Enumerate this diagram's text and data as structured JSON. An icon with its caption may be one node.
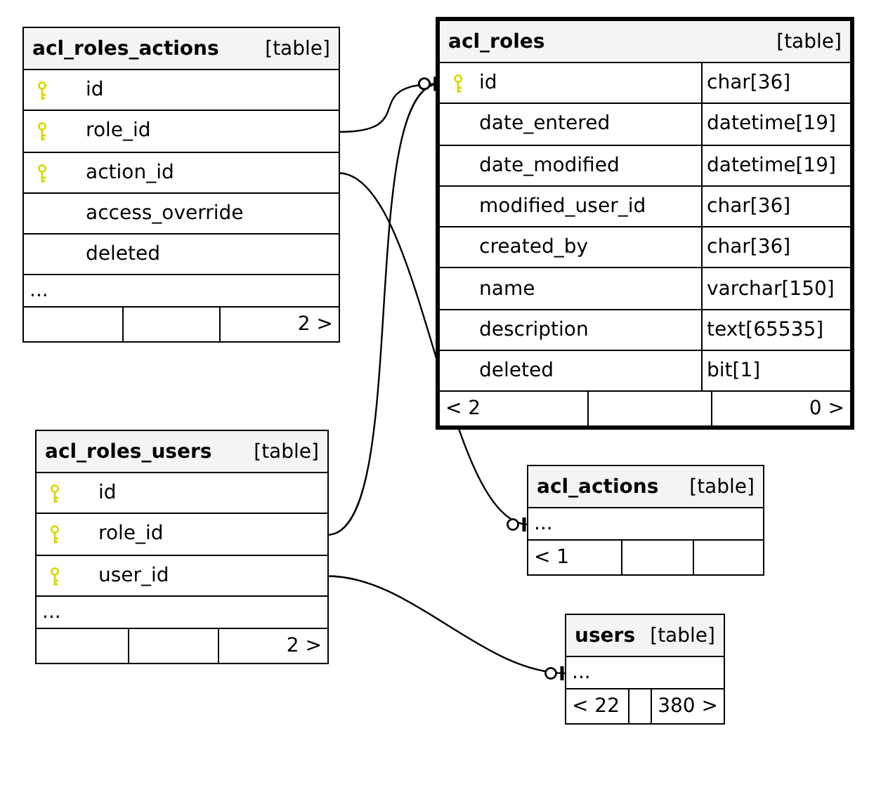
{
  "diagram": {
    "nodes": [
      {
        "text": [
          "acl_roles_actions",
          "[table]",
          "2 >"
        ]
      },
      {
        "text": [
          "id"
        ],
        "in": 0
      },
      {
        "text": [
          "role_id"
        ],
        "in": 0
      },
      {
        "text": [
          "action_id"
        ],
        "in": 0
      },
      {
        "text": [
          "access_override"
        ],
        "in": 0
      },
      {
        "text": [
          "deleted"
        ],
        "in": 0
      },
      {
        "text": [
          "..."
        ],
        "in": 0
      },
      {
        "text": [
          "acl_roles",
          "[table]",
          "< 2",
          "0 >"
        ]
      },
      {
        "text": [
          "id",
          "char[36]"
        ],
        "in": 7
      },
      {
        "text": [
          "date_entered",
          "datetime[19]"
        ],
        "in": 7
      },
      {
        "text": [
          "date_modified",
          "datetime[19]"
        ],
        "in": 7
      },
      {
        "text": [
          "modified_user_id",
          "char[36]"
        ],
        "in": 7
      },
      {
        "text": [
          "created_by",
          "char[36]"
        ],
        "in": 7
      },
      {
        "text": [
          "name",
          "varchar[150]"
        ],
        "in": 7
      },
      {
        "text": [
          "description",
          "text[65535]"
        ],
        "in": 7
      },
      {
        "text": [
          "deleted",
          "bit[1]"
        ],
        "in": 7
      },
      {
        "text": [
          "acl_roles_users",
          "[table]",
          "2 >"
        ]
      },
      {
        "text": [
          "id"
        ],
        "in": 16
      },
      {
        "text": [
          "role_id"
        ],
        "in": 16
      },
      {
        "text": [
          "user_id"
        ],
        "in": 16
      },
      {
        "text": [
          "..."
        ],
        "in": 16
      },
      {
        "text": [
          "acl_actions",
          "[table]",
          "< 1"
        ]
      },
      {
        "text": [
          "..."
        ],
        "in": 21
      },
      {
        "text": [
          "users",
          "[table]",
          "< 22",
          "380 >"
        ]
      },
      {
        "text": [
          "..."
        ],
        "in": 23
      }
    ],
    "edges": [
      {
        "from": 2,
        "to": 8,
        "arrow": "other"
      },
      {
        "from": 3,
        "to": 22,
        "arrow": "other"
      },
      {
        "from": 18,
        "to": 8,
        "arrow": "other"
      },
      {
        "from": 19,
        "to": 24,
        "arrow": "other"
      }
    ]
  }
}
